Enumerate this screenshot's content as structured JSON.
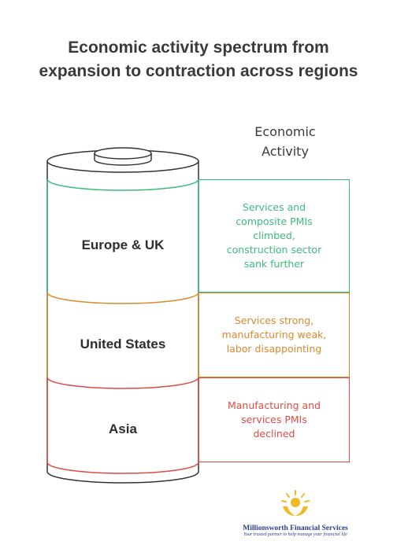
{
  "title": {
    "line1": "Economic activity spectrum from",
    "line2": "expansion to contraction across regions"
  },
  "column_header": {
    "line1": "Economic",
    "line2": "Activity"
  },
  "segments": [
    {
      "label": "Europe & UK",
      "color": "#3dbb78",
      "description": [
        "Services and",
        "composite PMIs",
        "climbed,",
        "construction sector",
        "sank further"
      ]
    },
    {
      "label": "United States",
      "color": "#d98a2c",
      "description": [
        "Services strong,",
        "manufacturing weak,",
        "labor disappointing"
      ]
    },
    {
      "label": "Asia",
      "color": "#e04a44",
      "description": [
        "Manufacturing and",
        "services PMIs",
        "declined"
      ]
    }
  ],
  "logo": {
    "name": "Millionsworth Financial Services",
    "tagline": "Your trusted partner to help manage your financial life",
    "icon": "sun-hands-icon",
    "icon_color": "#f2b822"
  }
}
